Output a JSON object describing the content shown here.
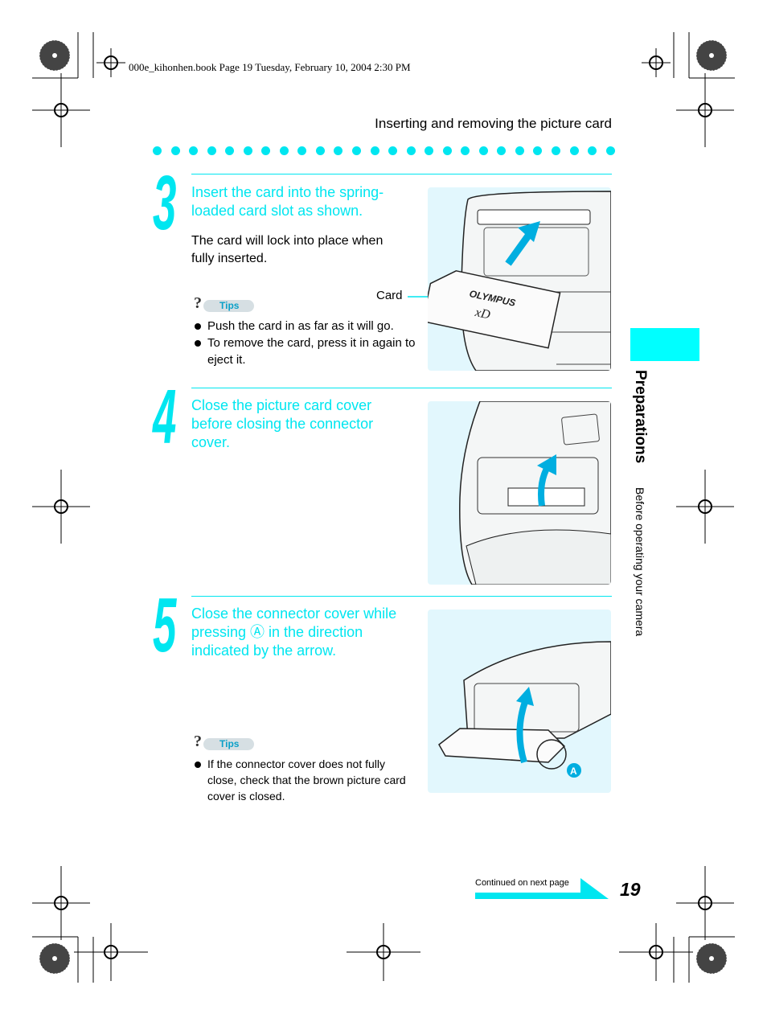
{
  "print_header": "000e_kihonhen.book  Page 19  Tuesday, February 10, 2004  2:30 PM",
  "running_title": "Inserting and removing the picture card",
  "steps": [
    {
      "number": "3",
      "title": "Insert the card into the spring-loaded card slot as shown.",
      "body": "The card will lock into place when fully inserted.",
      "tips_label": "Tips",
      "tips": [
        "Push the card in as far as it will go.",
        "To remove the card, press it in again to eject it."
      ],
      "callout": "Card",
      "card_brand": "OLYMPUS",
      "card_logo": "xD"
    },
    {
      "number": "4",
      "title": "Close the picture card cover before closing the connector cover."
    },
    {
      "number": "5",
      "title": "Close the connector cover while pressing Ⓐ in the direction indicated by the arrow.",
      "tips_label": "Tips",
      "tips": [
        "If the connector cover does not fully close, check that the brown picture card cover is closed."
      ],
      "callout_marker": "A"
    }
  ],
  "sidebar": {
    "section_title": "Preparations",
    "subsection": "Before operating your camera"
  },
  "footer": {
    "continued": "Continued on next page",
    "page_number": "19"
  },
  "colors": {
    "accent": "#00e6f0",
    "tab": "#00ffff",
    "illustration_bg": "#e2f7fd",
    "tips_pill": "#d6dfe3"
  },
  "icons": [
    "registration-mark-icon",
    "crop-mark-icon",
    "question-icon",
    "bullet-icon",
    "arrow-icon"
  ]
}
